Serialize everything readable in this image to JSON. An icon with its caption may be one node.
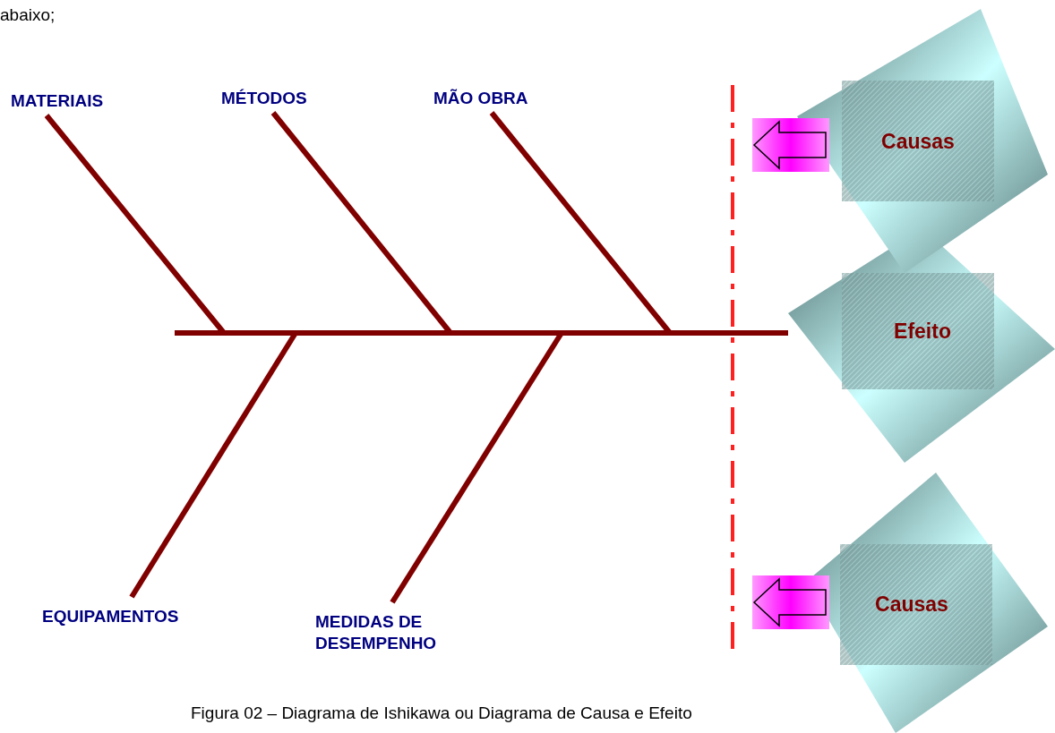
{
  "diagram": {
    "caption": "Figura 02 – Diagrama de Ishikawa ou Diagrama de Causa e Efeito",
    "nodes": [
      {
        "text": [
          "MATERIAIS"
        ]
      },
      {
        "text": [
          "MÉTODOS"
        ]
      },
      {
        "text": [
          "MÃO OBRA"
        ]
      },
      {
        "text": [
          "EQUIPAMENTOS"
        ]
      },
      {
        "text": [
          "MEDIDAS DE DESEMPENHO"
        ]
      },
      {
        "text": [
          "Causas"
        ]
      },
      {
        "text": [
          "Efeito"
        ]
      },
      {
        "text": [
          "Causas"
        ]
      }
    ],
    "edges": [
      {
        "from": 0,
        "to": null,
        "arrow": "none"
      },
      {
        "from": 1,
        "to": null,
        "arrow": "none"
      },
      {
        "from": 2,
        "to": null,
        "arrow": "none"
      },
      {
        "from": 3,
        "to": null,
        "arrow": "none"
      },
      {
        "from": 4,
        "to": null,
        "arrow": "none"
      },
      {
        "from": null,
        "to": 6,
        "arrow": "none"
      }
    ],
    "labels": [
      "abaixo;"
    ]
  }
}
